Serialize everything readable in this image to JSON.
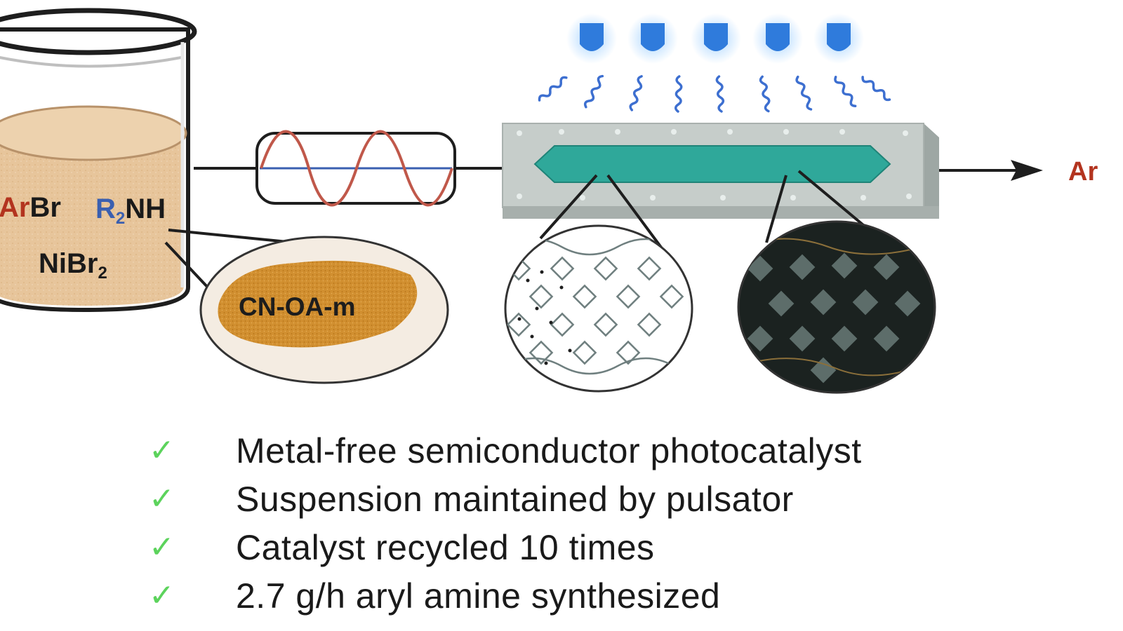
{
  "reagents": {
    "arbr": {
      "ar": "Ar",
      "rest": "Br"
    },
    "amine": {
      "r": "R",
      "sub": "2",
      "rest": "NH"
    },
    "nickel": {
      "main": "NiBr",
      "sub": "2"
    }
  },
  "catalyst_label": "CN-OA-m",
  "product_label": "Ar",
  "benefits": [
    "Metal-free semiconductor photocatalyst",
    "Suspension maintained by pulsator",
    "Catalyst recycled 10 times",
    "2.7 g/h aryl amine synthesized"
  ],
  "check_symbol": "✓",
  "colors": {
    "suspension": "#e8c7a0",
    "catalyst": "#cf8f2e",
    "light": "#2f7bdc",
    "channel": "#2fa89a",
    "reactor": "#c6cdca",
    "check": "#5cd35c",
    "wave": "#c0584a"
  },
  "icons": [
    "beaker-icon",
    "pulsator-icon",
    "led-light-icon",
    "flow-reactor-icon",
    "magnifier-circle-icon",
    "check-icon"
  ]
}
